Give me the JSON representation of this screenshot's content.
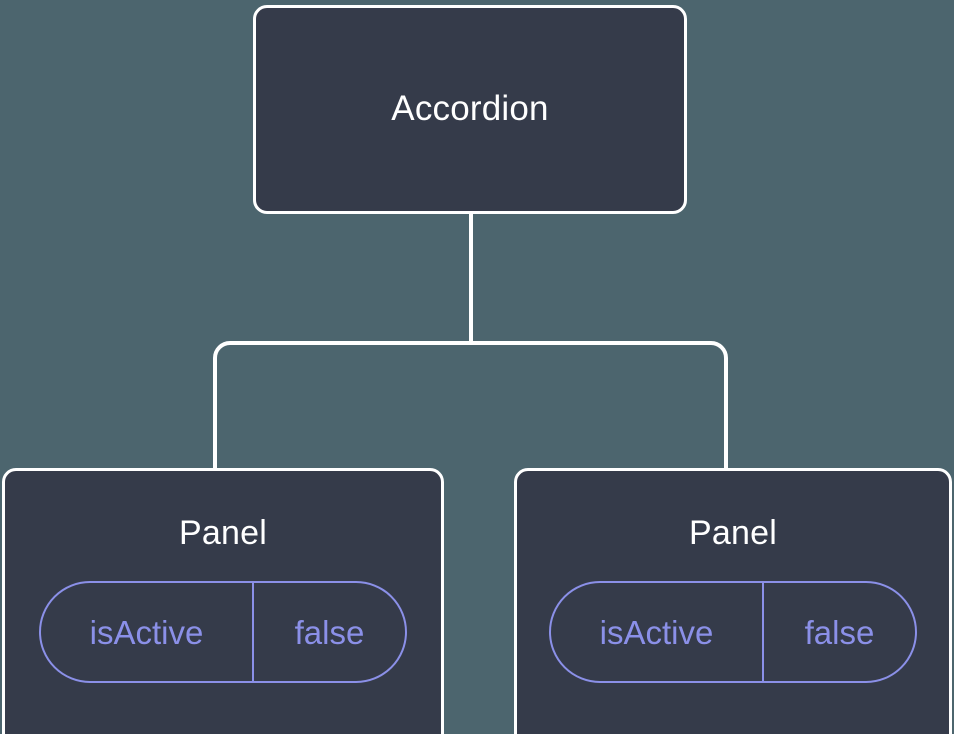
{
  "diagram": {
    "type": "component-tree",
    "background_color": "#4c656e",
    "node_fill_color": "#353b4a",
    "node_border_color": "#ffffff",
    "edge_color": "#ffffff",
    "accent_color": "#8b90e8",
    "title_text_color": "#ffffff"
  },
  "root": {
    "label": "Accordion"
  },
  "children": [
    {
      "label": "Panel",
      "props": [
        {
          "key": "isActive",
          "value": "false"
        }
      ]
    },
    {
      "label": "Panel",
      "props": [
        {
          "key": "isActive",
          "value": "false"
        }
      ]
    }
  ]
}
